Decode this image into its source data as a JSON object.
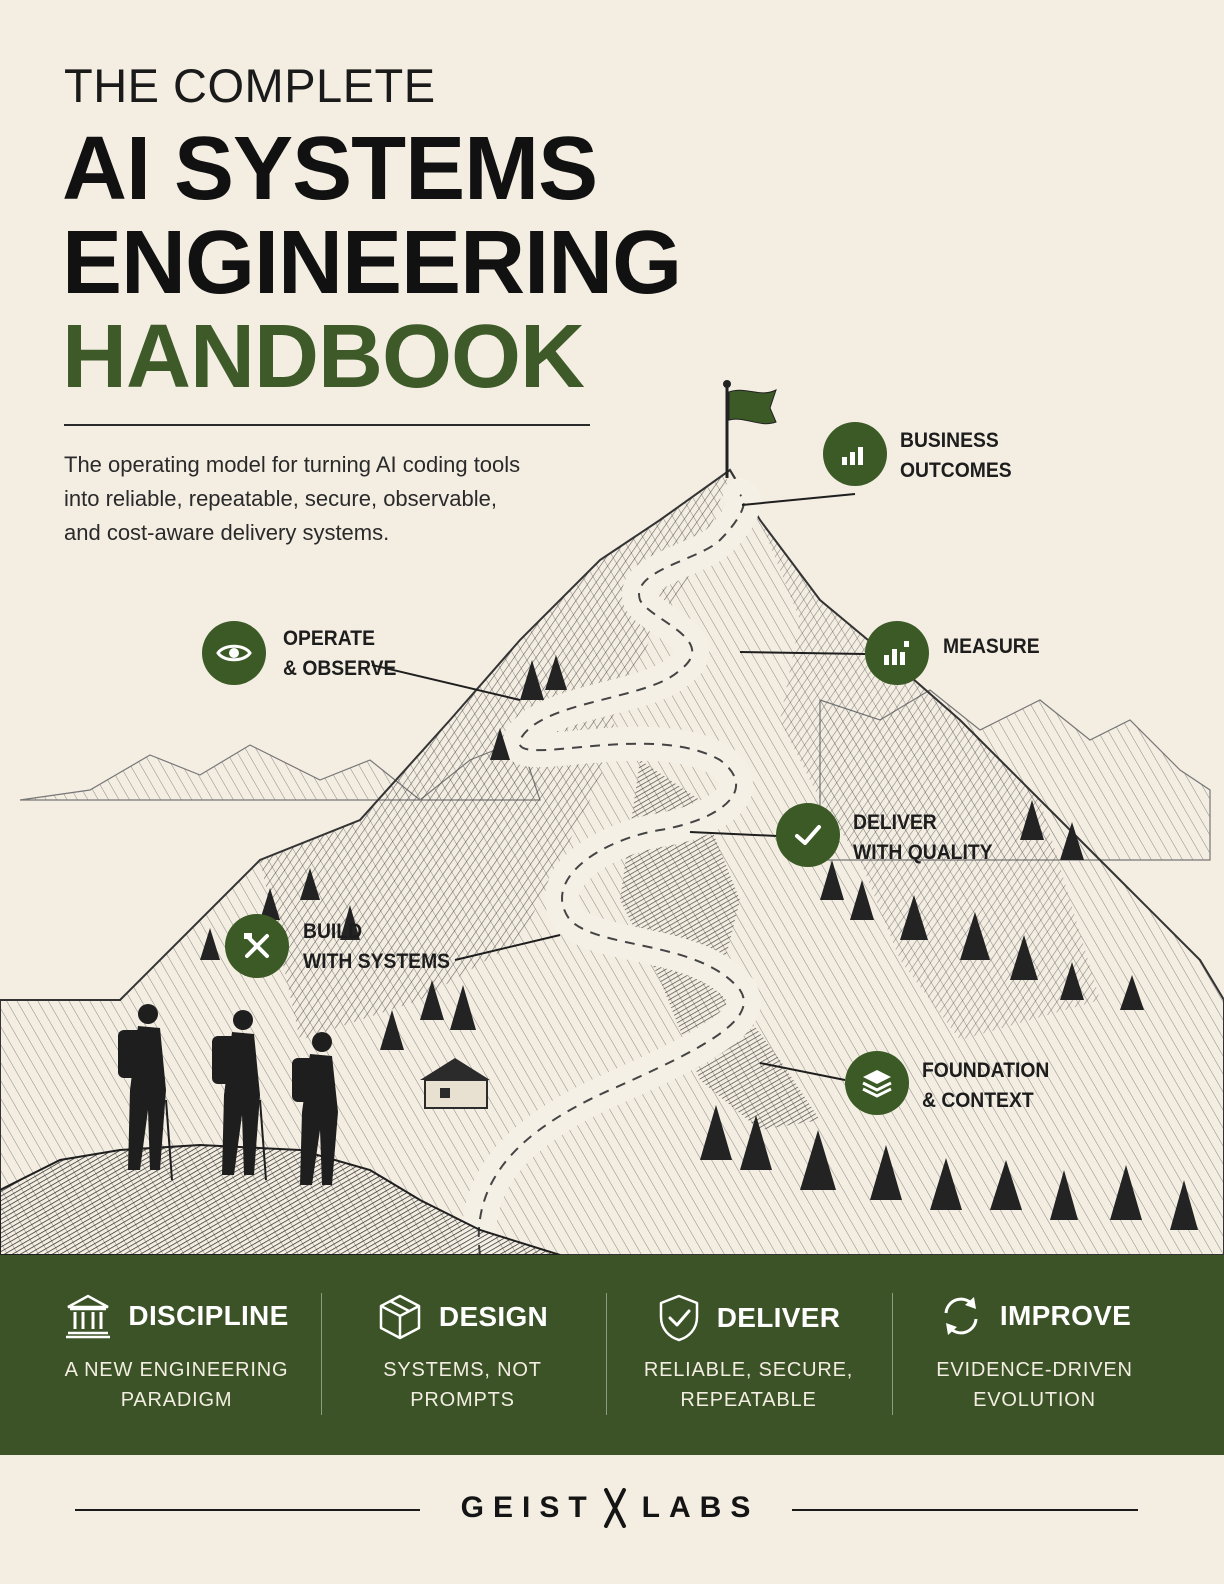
{
  "header": {
    "pre_title": "THE COMPLETE",
    "title_line1": "AI SYSTEMS",
    "title_line2": "ENGINEERING",
    "title_line3": "HANDBOOK",
    "subtitle_line1": "The operating model for turning AI coding tools",
    "subtitle_line2": "into reliable, repeatable, secure, observable,",
    "subtitle_line3": "and cost-aware delivery systems."
  },
  "milestones": {
    "business": {
      "line1": "BUSINESS",
      "line2": "OUTCOMES",
      "icon": "bar-chart-icon"
    },
    "measure": {
      "line1": "MEASURE",
      "icon": "metrics-icon"
    },
    "operate": {
      "line1": "OPERATE",
      "line2": "& OBSERVE",
      "icon": "eye-icon"
    },
    "deliver": {
      "line1": "DELIVER",
      "line2": "WITH QUALITY",
      "icon": "check-icon"
    },
    "build": {
      "line1": "BUILD",
      "line2": "WITH SYSTEMS",
      "icon": "tools-icon"
    },
    "foundation": {
      "line1": "FOUNDATION",
      "line2": "& CONTEXT",
      "icon": "layers-icon"
    }
  },
  "pillars": [
    {
      "title": "DISCIPLINE",
      "sub1": "A NEW ENGINEERING",
      "sub2": "PARADIGM",
      "icon": "institution-icon"
    },
    {
      "title": "DESIGN",
      "sub1": "SYSTEMS, NOT",
      "sub2": "PROMPTS",
      "icon": "cube-icon"
    },
    {
      "title": "DELIVER",
      "sub1": "RELIABLE, SECURE,",
      "sub2": "REPEATABLE",
      "icon": "shield-check-icon"
    },
    {
      "title": "IMPROVE",
      "sub1": "EVIDENCE-DRIVEN",
      "sub2": "EVOLUTION",
      "icon": "cycle-icon"
    }
  ],
  "footer": {
    "brand_left": "GEIST",
    "brand_right": "LABS"
  },
  "colors": {
    "accent": "#3b5a26",
    "band": "#3b5326",
    "background": "#f3ede2"
  }
}
